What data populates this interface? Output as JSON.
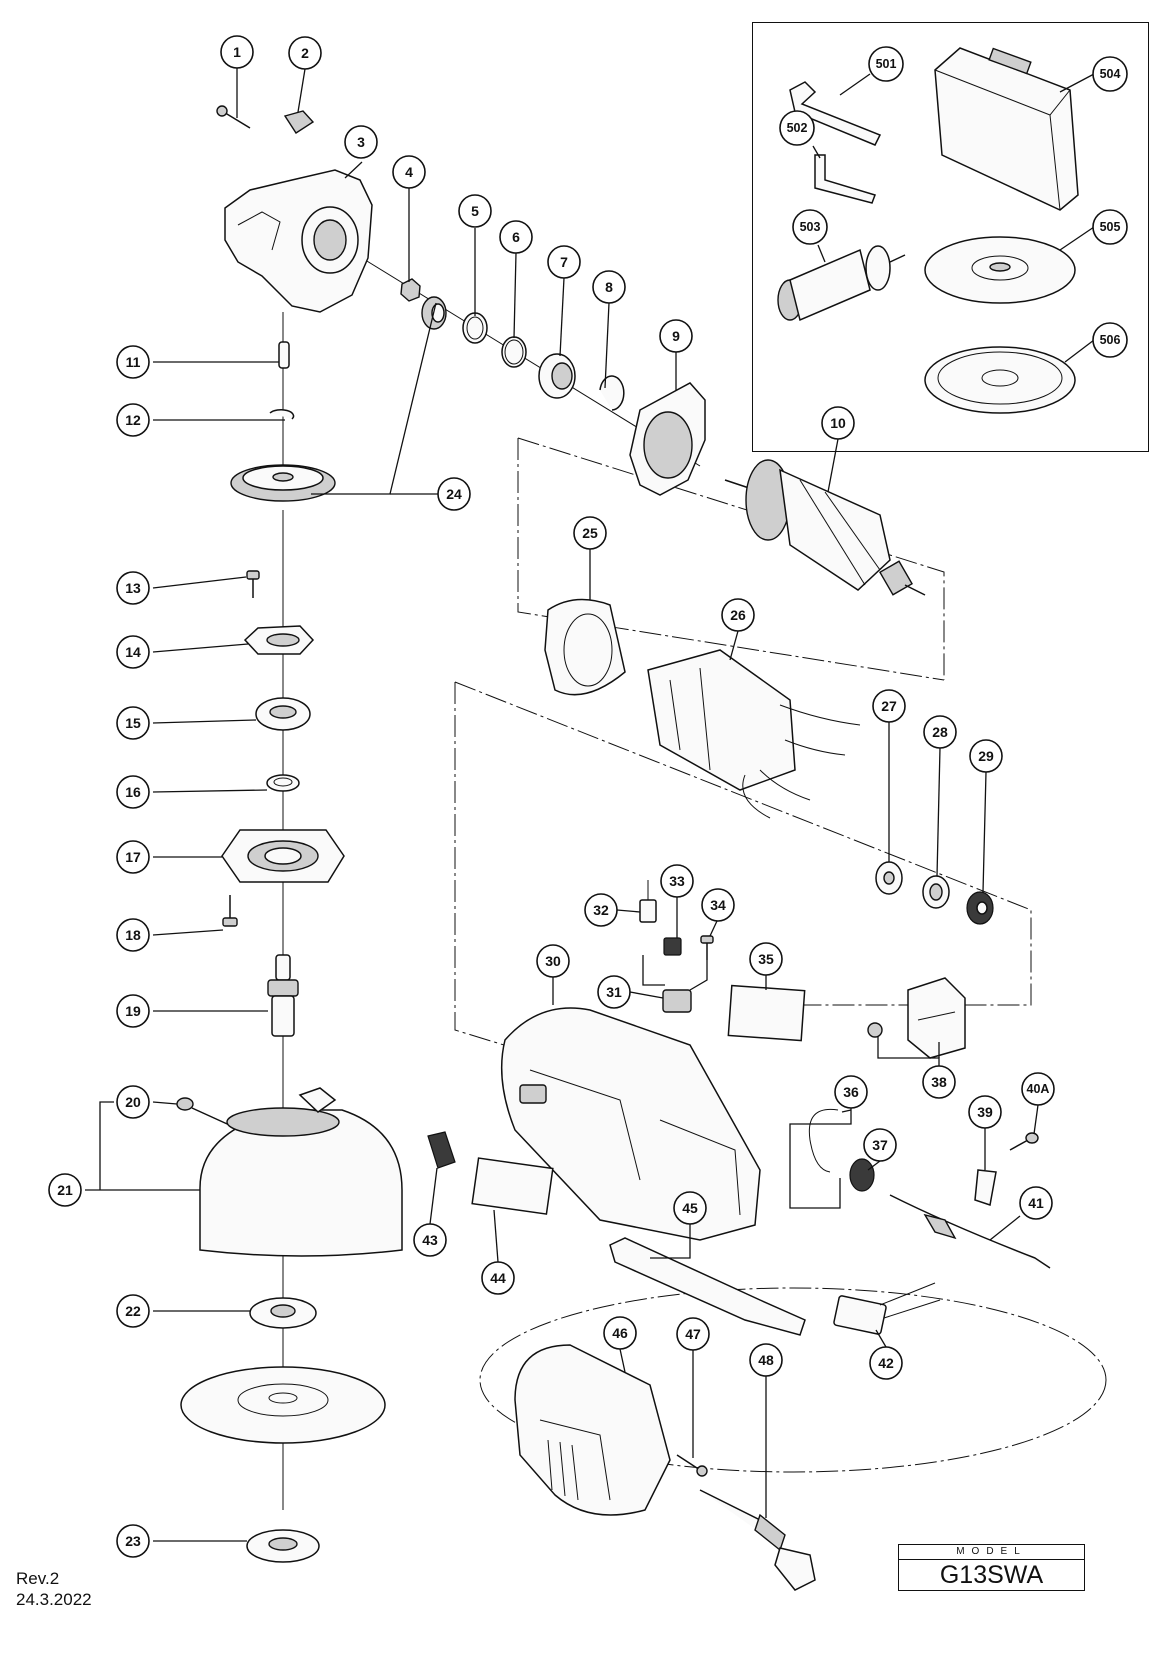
{
  "callouts": {
    "c1": "1",
    "c2": "2",
    "c3": "3",
    "c4": "4",
    "c5": "5",
    "c6": "6",
    "c7": "7",
    "c8": "8",
    "c9": "9",
    "c10": "10",
    "c11": "11",
    "c12": "12",
    "c13": "13",
    "c14": "14",
    "c15": "15",
    "c16": "16",
    "c17": "17",
    "c18": "18",
    "c19": "19",
    "c20": "20",
    "c21": "21",
    "c22": "22",
    "c23": "23",
    "c24": "24",
    "c25": "25",
    "c26": "26",
    "c27": "27",
    "c28": "28",
    "c29": "29",
    "c30": "30",
    "c31": "31",
    "c32": "32",
    "c33": "33",
    "c34": "34",
    "c35": "35",
    "c36": "36",
    "c37": "37",
    "c38": "38",
    "c39": "39",
    "c40A": "40A",
    "c41": "41",
    "c42": "42",
    "c43": "43",
    "c44": "44",
    "c45": "45",
    "c46": "46",
    "c47": "47",
    "c48": "48",
    "c501": "501",
    "c502": "502",
    "c503": "503",
    "c504": "504",
    "c505": "505",
    "c506": "506"
  },
  "model_box": {
    "label": "MODEL",
    "model": "G13SWA"
  },
  "revision": {
    "rev": "Rev.2",
    "date": "24.3.2022"
  }
}
